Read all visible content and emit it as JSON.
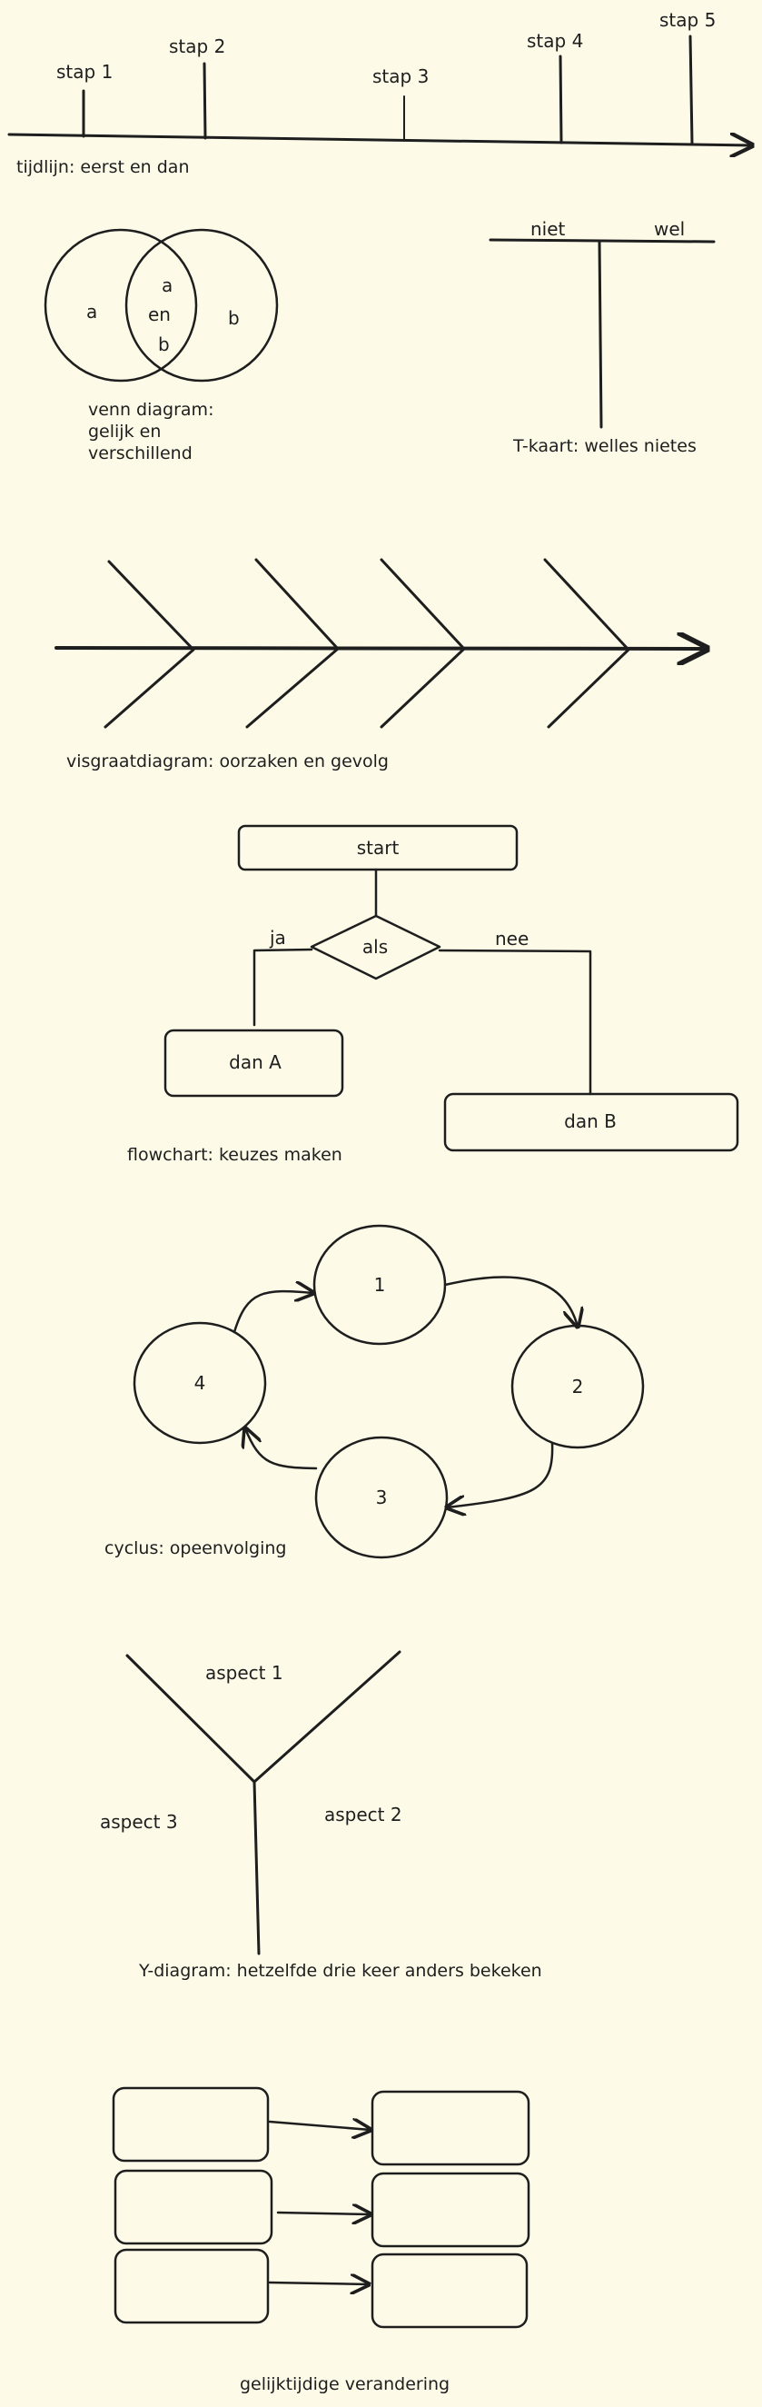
{
  "background": "#fdfbe8",
  "ink": "#1e1e1e",
  "timeline": {
    "steps": [
      "stap 1",
      "stap 2",
      "stap 3",
      "stap 4",
      "stap 5"
    ],
    "caption": "tijdlijn: eerst en dan"
  },
  "venn": {
    "left": "a",
    "overlap": [
      "a",
      "en",
      "b"
    ],
    "right": "b",
    "caption": [
      "venn diagram:",
      "gelijk en",
      "verschillend"
    ]
  },
  "tchart": {
    "left": "niet",
    "right": "wel",
    "caption": "T-kaart: welles nietes"
  },
  "fishbone": {
    "caption": "visgraatdiagram: oorzaken en gevolg"
  },
  "flowchart": {
    "start": "start",
    "decision": "als",
    "yes": "ja",
    "no": "nee",
    "then_a": "dan A",
    "then_b": "dan B",
    "caption": "flowchart: keuzes maken"
  },
  "cycle": {
    "nodes": [
      "1",
      "2",
      "3",
      "4"
    ],
    "caption": "cyclus: opeenvolging"
  },
  "ydiagram": {
    "aspects": [
      "aspect 1",
      "aspect 2",
      "aspect 3"
    ],
    "caption": "Y-diagram: hetzelfde drie keer anders bekeken"
  },
  "simultaneous": {
    "caption": "gelijktijdige verandering"
  }
}
